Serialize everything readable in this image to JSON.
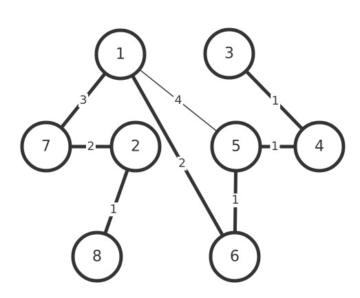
{
  "graph": {
    "nodes": [
      {
        "id": "1",
        "label": "1"
      },
      {
        "id": "2",
        "label": "2"
      },
      {
        "id": "3",
        "label": "3"
      },
      {
        "id": "4",
        "label": "4"
      },
      {
        "id": "5",
        "label": "5"
      },
      {
        "id": "6",
        "label": "6"
      },
      {
        "id": "7",
        "label": "7"
      },
      {
        "id": "8",
        "label": "8"
      }
    ],
    "edges": [
      {
        "from": "1",
        "to": "7",
        "weight": "3"
      },
      {
        "from": "1",
        "to": "6",
        "weight": "2"
      },
      {
        "from": "1",
        "to": "5",
        "weight": "4"
      },
      {
        "from": "3",
        "to": "4",
        "weight": "1"
      },
      {
        "from": "7",
        "to": "2",
        "weight": "2"
      },
      {
        "from": "5",
        "to": "4",
        "weight": "1"
      },
      {
        "from": "2",
        "to": "8",
        "weight": "1"
      },
      {
        "from": "5",
        "to": "6",
        "weight": "1"
      }
    ],
    "colors": {
      "stroke": "#333333",
      "node_fill": "#ffffff",
      "background": "#ffffff"
    }
  }
}
